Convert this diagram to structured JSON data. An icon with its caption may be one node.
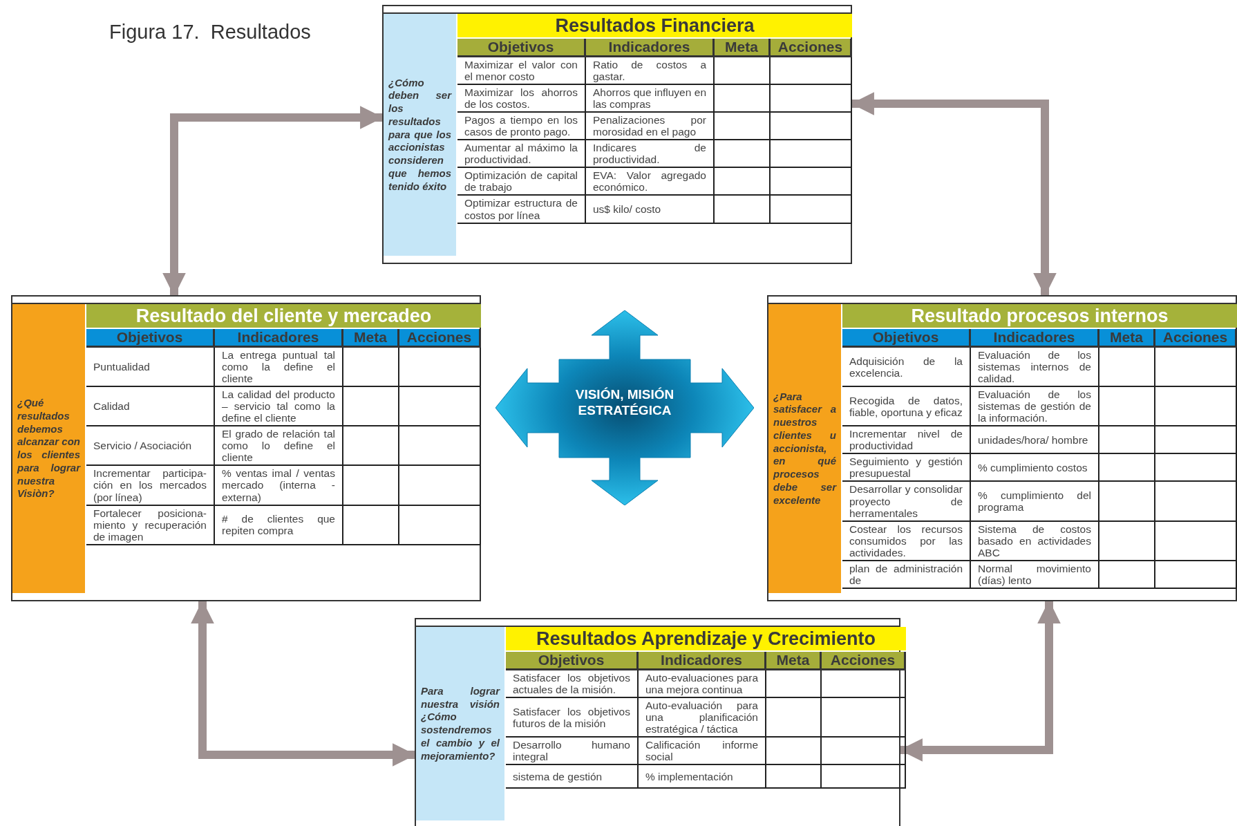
{
  "diagram": {
    "title": "Figura 17.  Resultados",
    "nodes": [
      {
        "text": [
          "Resultados Financiera",
          "Objetivos",
          "Indicadores",
          "Meta",
          "Acciones",
          "Maximizar el valor con el menor costo",
          "Ratio de costos a gastar.",
          "Maximizar los ahorros de los costos.",
          "Ahorros que influyen en las compras",
          "Pagos a tiempo en los casos de pronto pago.",
          "Penalizaciones por morosidad en el pago",
          "Aumentar al máximo la productividad.",
          "Indicares de productividad.",
          "Optimización de capital de trabajo",
          "EVA: Valor agregado económico.",
          "Optimizar estructura de costos por línea",
          "us$ kilo/ costo"
        ]
      },
      {
        "text": [
          "¿Cómo deben ser los resultados para que los accionistas consideren que hemos tenido éxito"
        ],
        "in": 0
      },
      {
        "text": [
          "Resultado del cliente y mercadeo",
          "Objetivos",
          "Indicadores",
          "Meta",
          "Acciones",
          "Puntualidad",
          "La entrega puntual tal como la define el cliente",
          "Calidad",
          "La calidad del producto – servicio tal como la define el cliente",
          "Servicio / Asociación",
          "El grado de relación tal como lo define el cliente",
          "Incrementar participa-ción en los mercados (por línea)",
          "% ventas imal / ventas mercado (interna -externa)",
          "Fortalecer posiciona-miento y recuperación de imagen",
          "# de clientes que repiten compra"
        ]
      },
      {
        "text": [
          "¿Qué resultados debemos alcanzar con los clientes para lograr nuestra Visiòn?"
        ],
        "in": 2
      },
      {
        "text": [
          "VISIÓN, MISIÓN ESTRATÉGICA"
        ]
      },
      {
        "text": [
          "Resultado procesos internos",
          "Objetivos",
          "Indicadores",
          "Meta",
          "Acciones",
          "Adquisición de la excelencia.",
          "Evaluación de los sistemas internos de calidad.",
          "Recogida de datos, fiable, oportuna y eficaz",
          "Evaluación de los sistemas de gestión de la información.",
          "Incrementar nivel de productividad",
          "unidades/hora/ hombre",
          "Seguimiento y gestión presupuestal",
          "% cumplimiento costos",
          "Desarrollar y consolidar proyecto de herramentales",
          "% cumplimiento del programa",
          "Costear los recursos consumidos por las actividades.",
          "Sistema de costos basado en actividades ABC",
          "plan de administración de",
          "Normal movimiento (días) lento"
        ]
      },
      {
        "text": [
          "¿Para satisfacer a nuestros clientes u accionista, en qué procesos debe ser excelente"
        ],
        "in": 5
      },
      {
        "text": [
          "Resultados Aprendizaje y Crecimiento",
          "Objetivos",
          "Indicadores",
          "Meta",
          "Acciones",
          "Satisfacer los objetivos actuales de la misión.",
          "Auto-evaluaciones para una mejora continua",
          "Satisfacer los objetivos futuros de la misión",
          "Auto-evaluación para una planificación estratégica / táctica",
          "Desarrollo humano integral",
          "Calificación informe social",
          "sistema de gestión",
          "% implementación"
        ]
      },
      {
        "text": [
          "Para lograr nuestra visión ¿Cómo sostendremos el cambio y el mejoramiento?"
        ],
        "in": 7
      }
    ],
    "edges": [
      {
        "from": 0,
        "to": 2,
        "arrow": "both",
        "color": "#9e9191"
      },
      {
        "from": 0,
        "to": 5,
        "arrow": "both",
        "color": "#9e9191"
      },
      {
        "from": 2,
        "to": 7,
        "arrow": "both",
        "color": "#9e9191"
      },
      {
        "from": 5,
        "to": 7,
        "arrow": "both",
        "color": "#9e9191"
      }
    ]
  }
}
